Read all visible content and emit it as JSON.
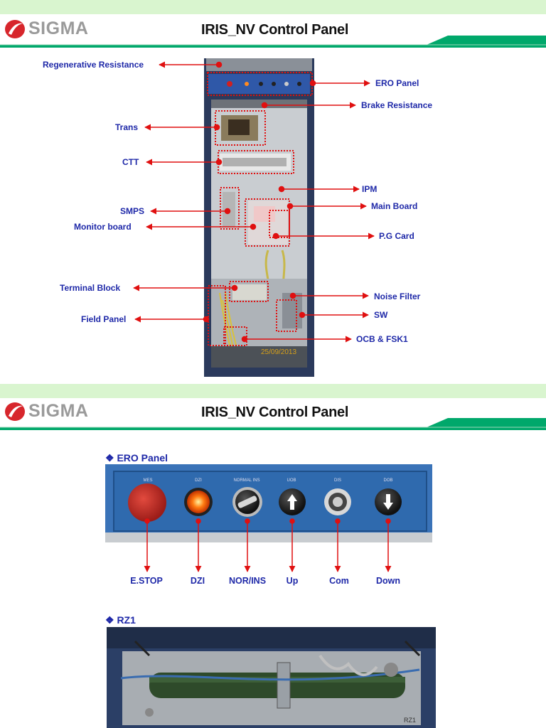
{
  "slide1": {
    "brand": "SIGMA",
    "title": "IRIS_NV Control Panel",
    "photo_timestamp": "25/09/2013",
    "labels_left": [
      "Regenerative Resistance",
      "Trans",
      "CTT",
      "SMPS",
      "Monitor board",
      "Terminal Block",
      "Field Panel"
    ],
    "labels_right": [
      "ERO Panel",
      "Brake Resistance",
      "IPM",
      "Main Board",
      "P.G Card",
      "Noise Filter",
      "SW",
      "OCB & FSK1"
    ]
  },
  "slide2": {
    "brand": "SIGMA",
    "title": "IRIS_NV Control Panel",
    "section1": "❖ ERO Panel",
    "buttons": [
      "E.STOP",
      "DZI",
      "NOR/INS",
      "Up",
      "Com",
      "Down"
    ],
    "panel_marks": [
      "MES",
      "DZI",
      "NORMAL INS",
      "UOB",
      "DIS",
      "DOB"
    ],
    "section2": "❖ RZ1",
    "rz_mark": "RZ1"
  },
  "colors": {
    "brand_red": "#d7262c",
    "label_blue": "#1e28a8",
    "accent_green": "#00a86b",
    "band_green": "#d9f5cf",
    "arrow_red": "#e01010"
  }
}
